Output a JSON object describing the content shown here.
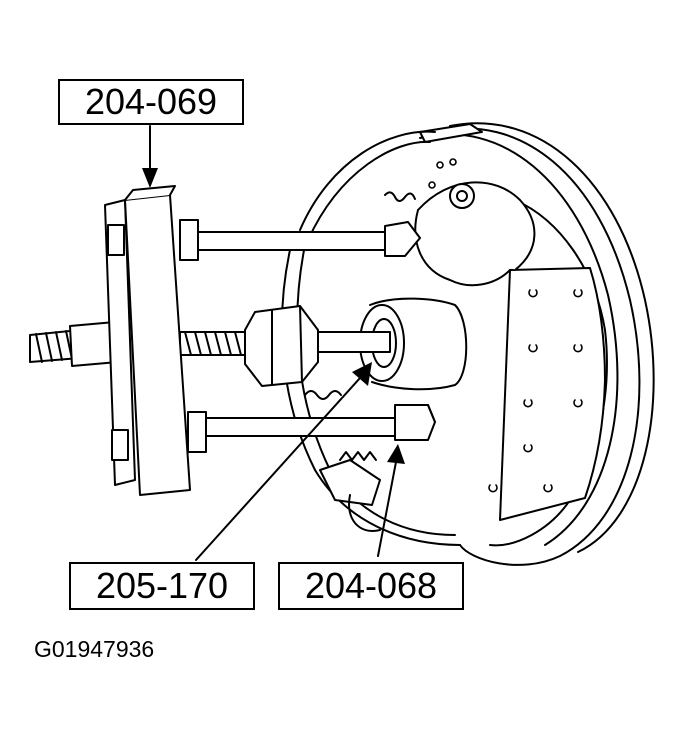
{
  "callouts": {
    "puller": "204-069",
    "adapter": "205-170",
    "bolts": "204-068"
  },
  "figure_id": "G01947936",
  "colors": {
    "line": "#000000",
    "background": "#ffffff"
  }
}
